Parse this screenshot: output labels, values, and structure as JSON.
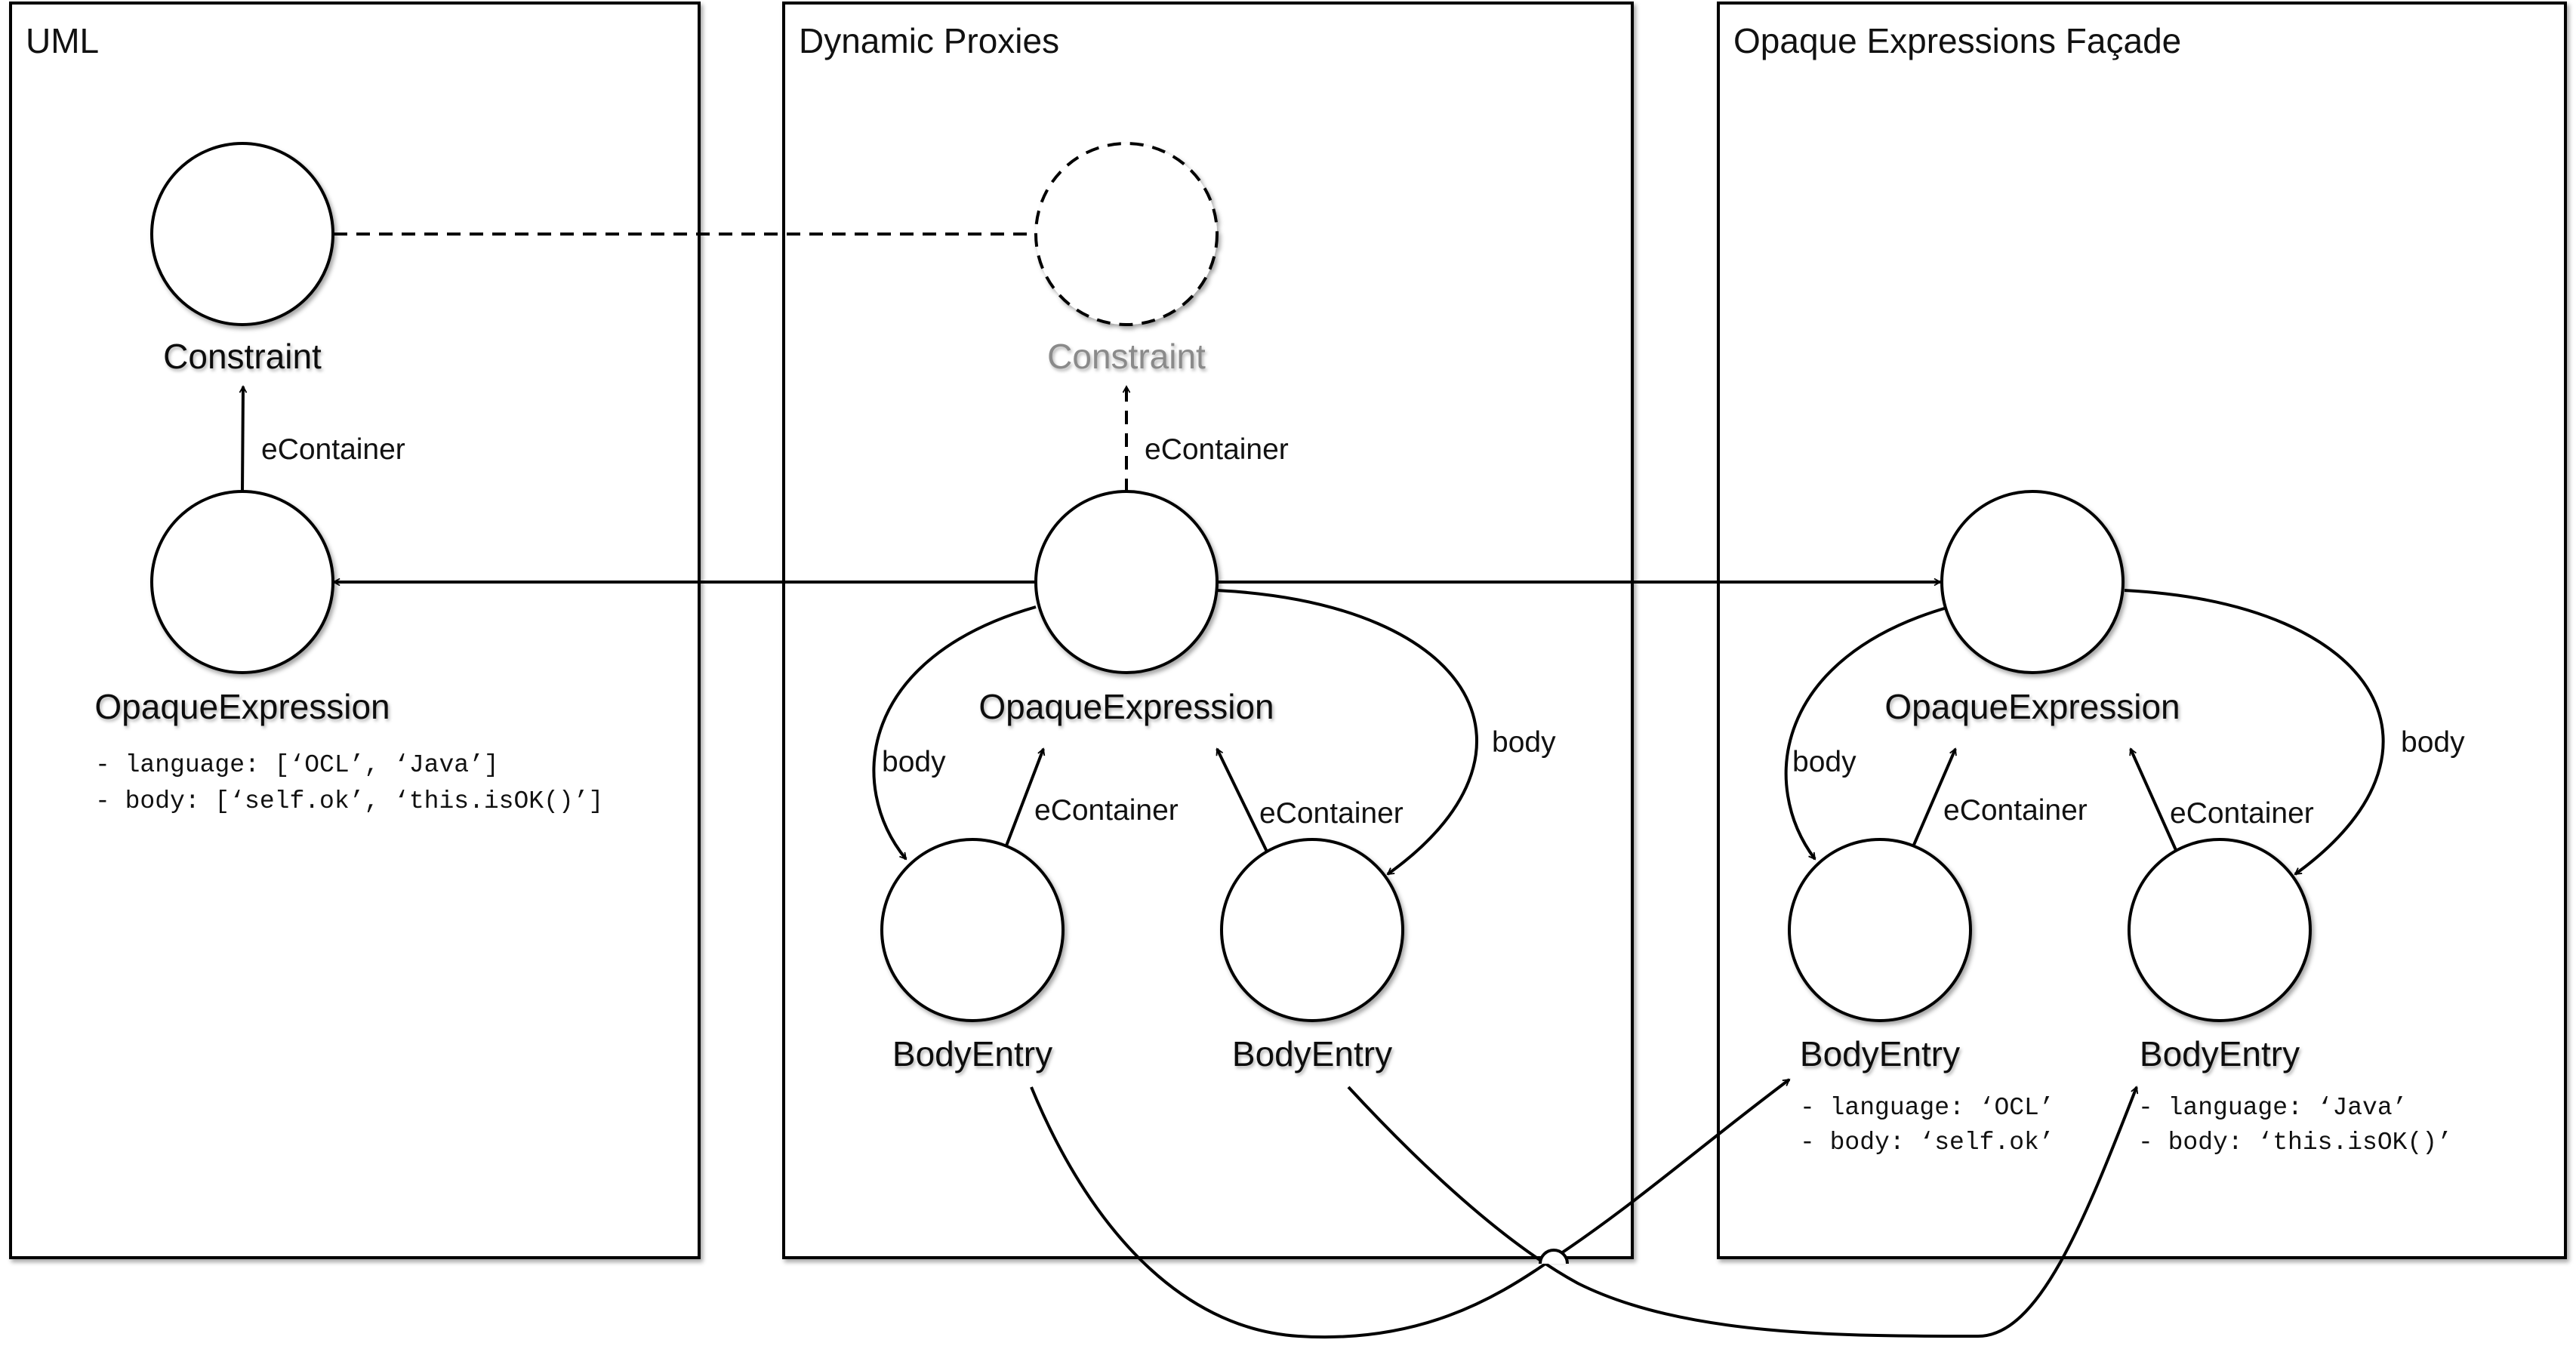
{
  "panels": {
    "uml": {
      "title": "UML"
    },
    "proxies": {
      "title": "Dynamic Proxies"
    },
    "facade": {
      "title": "Opaque Expressions Façade"
    }
  },
  "nodes": {
    "uml_constraint": "Constraint",
    "uml_opaque": "OpaqueExpression",
    "proxy_constraint": "Constraint",
    "proxy_opaque": "OpaqueExpression",
    "proxy_body1": "BodyEntry",
    "proxy_body2": "BodyEntry",
    "facade_opaque": "OpaqueExpression",
    "facade_body1": "BodyEntry",
    "facade_body2": "BodyEntry"
  },
  "edges": {
    "econtainer": "eContainer",
    "body": "body"
  },
  "attributes": {
    "uml_opaque": [
      "- language: [‘OCL’, ‘Java’]",
      "- body: [‘self.ok’, ‘this.isOK()’]"
    ],
    "facade_body1": [
      "- language: ‘OCL’",
      "- body: ‘self.ok’"
    ],
    "facade_body2": [
      "- language: ‘Java’",
      "- body: ‘this.isOK()’"
    ]
  }
}
